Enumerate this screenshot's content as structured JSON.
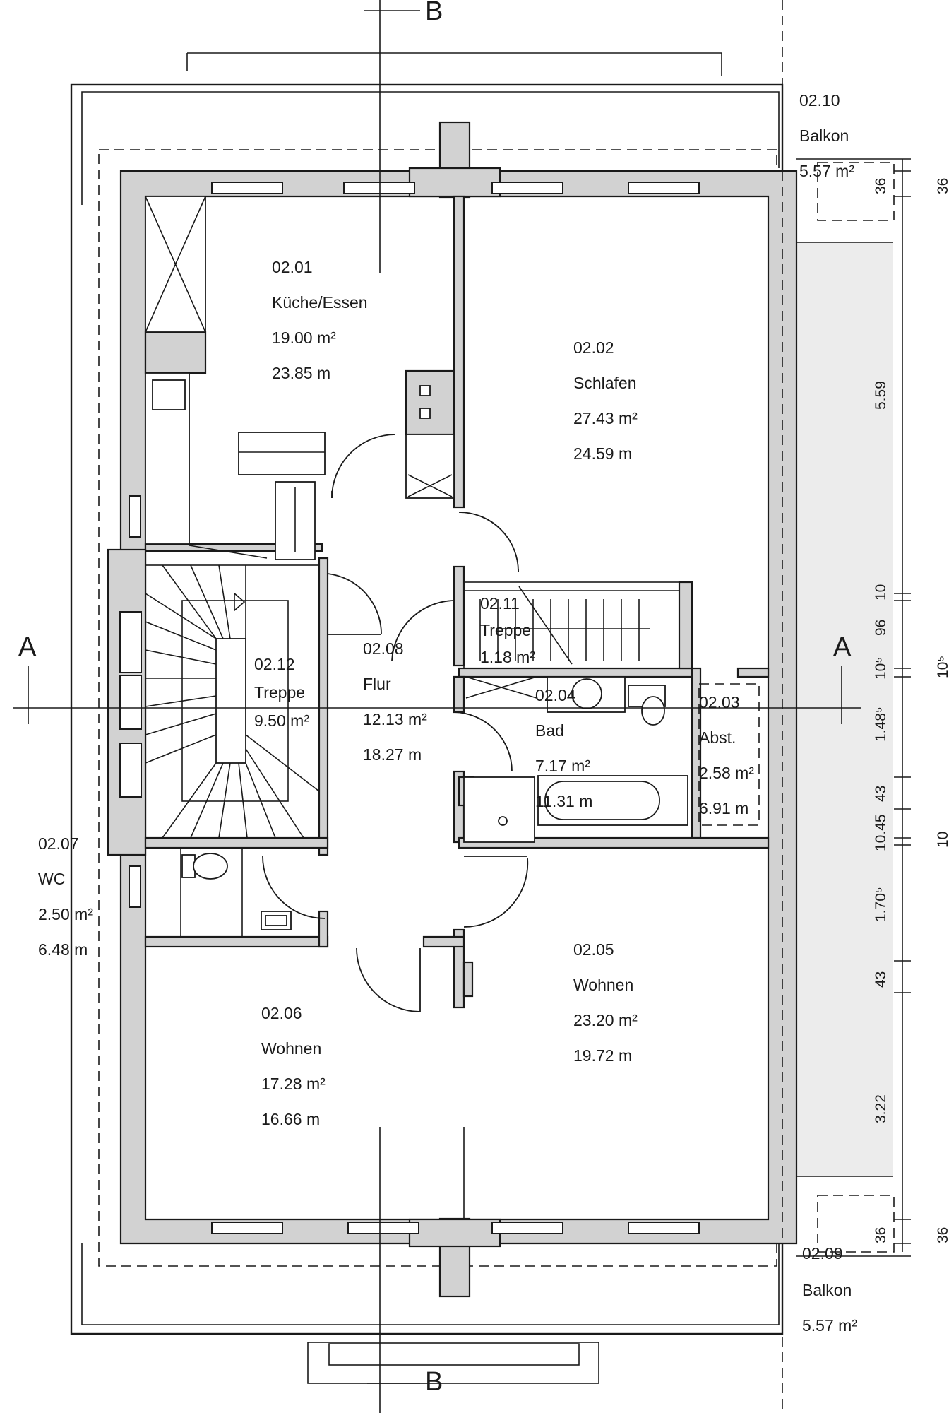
{
  "sections": {
    "a_left": "A",
    "a_right": "A",
    "b_top": "B",
    "b_bottom": "B"
  },
  "rooms": [
    {
      "id": "02.01",
      "name": "Küche/Essen",
      "area": "19.00 m²",
      "perimeter": "23.85 m"
    },
    {
      "id": "02.02",
      "name": "Schlafen",
      "area": "27.43 m²",
      "perimeter": "24.59 m"
    },
    {
      "id": "02.12",
      "name": "Treppe",
      "area": "9.50 m²"
    },
    {
      "id": "02.08",
      "name": "Flur",
      "area": "12.13 m²",
      "perimeter": "18.27 m"
    },
    {
      "id": "02.11",
      "name": "Treppe",
      "area": "1.18 m²"
    },
    {
      "id": "02.04",
      "name": "Bad",
      "area": "7.17 m²",
      "perimeter": "11.31 m"
    },
    {
      "id": "02.03",
      "name": "Abst.",
      "area": "2.58 m²",
      "perimeter": "6.91 m"
    },
    {
      "id": "02.07",
      "name": "WC",
      "area": "2.50 m²",
      "perimeter": "6.48 m"
    },
    {
      "id": "02.05",
      "name": "Wohnen",
      "area": "23.20 m²",
      "perimeter": "19.72 m"
    },
    {
      "id": "02.06",
      "name": "Wohnen",
      "area": "17.28 m²",
      "perimeter": "16.66 m"
    },
    {
      "id": "02.10",
      "name": "Balkon",
      "area": "5.57 m²"
    },
    {
      "id": "02.09",
      "name": "Balkon",
      "area": "5.57 m²"
    }
  ],
  "dimensions": {
    "top_36": "36",
    "d_559": "5.59",
    "d_10a": "10",
    "d_96": "96",
    "d_105a": "10⁵",
    "d_148": "1.48⁵",
    "d_43a": "43",
    "d_1045": "10.45",
    "d_170": "1.70⁵",
    "d_43b": "43",
    "d_322": "3.22",
    "bottom_36": "36",
    "edge_36_top": "36",
    "edge_36_bottom": "36",
    "edge_105": "10⁵",
    "edge_10": "10"
  }
}
